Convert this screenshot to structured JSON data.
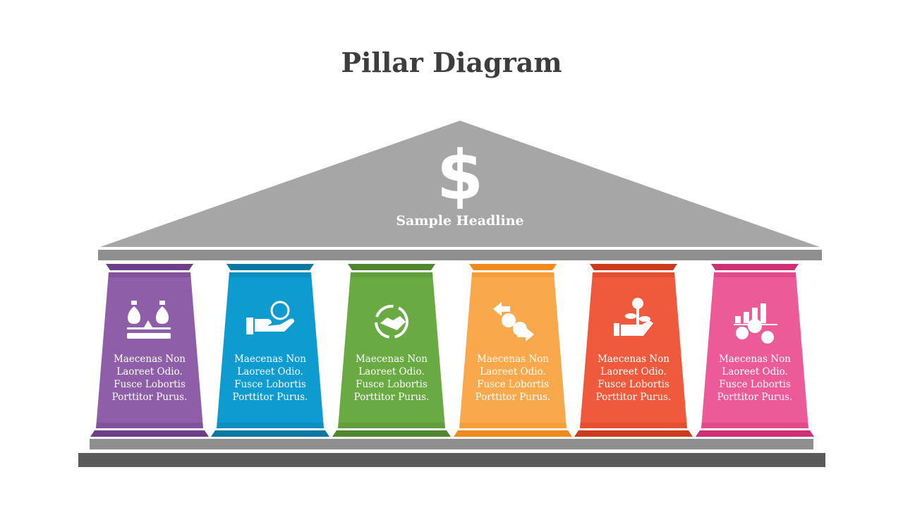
{
  "title": "Pillar Diagram",
  "roof": {
    "icon": "dollar-icon",
    "headline": "Sample Headline",
    "color": "#a6a6a6"
  },
  "base_colors": {
    "beam": "#8f8f8f",
    "step": "#8f8f8f",
    "ground": "#5a5a5a"
  },
  "pillars": [
    {
      "icon": "money-bags-scale-icon",
      "color": "#8e5ea8",
      "dark": "#6e3f88",
      "text": [
        "Maecenas Non",
        "Laoreet Odio.",
        "Fusce Lobortis",
        "Porttitor Purus."
      ]
    },
    {
      "icon": "hand-coin-icon",
      "color": "#0e9bd0",
      "dark": "#0a78a3",
      "text": [
        "Maecenas Non",
        "Laoreet Odio.",
        "Fusce Lobortis",
        "Porttitor Purus."
      ]
    },
    {
      "icon": "handshake-cycle-icon",
      "color": "#6aaa43",
      "dark": "#4f8630",
      "text": [
        "Maecenas Non",
        "Laoreet Odio.",
        "Fusce Lobortis",
        "Porttitor Purus."
      ]
    },
    {
      "icon": "currency-exchange-icon",
      "color": "#f9a94b",
      "dark": "#ef8a1c",
      "text": [
        "Maecenas Non",
        "Laoreet Odio.",
        "Fusce Lobortis",
        "Porttitor Purus."
      ]
    },
    {
      "icon": "money-plant-hand-icon",
      "color": "#f05a3c",
      "dark": "#cc3b1d",
      "text": [
        "Maecenas Non",
        "Laoreet Odio.",
        "Fusce Lobortis",
        "Porttitor Purus."
      ]
    },
    {
      "icon": "currency-growth-chart-icon",
      "color": "#ec5b98",
      "dark": "#cf2f75",
      "text": [
        "Maecenas Non",
        "Laoreet Odio.",
        "Fusce Lobortis",
        "Porttitor Purus."
      ]
    }
  ]
}
